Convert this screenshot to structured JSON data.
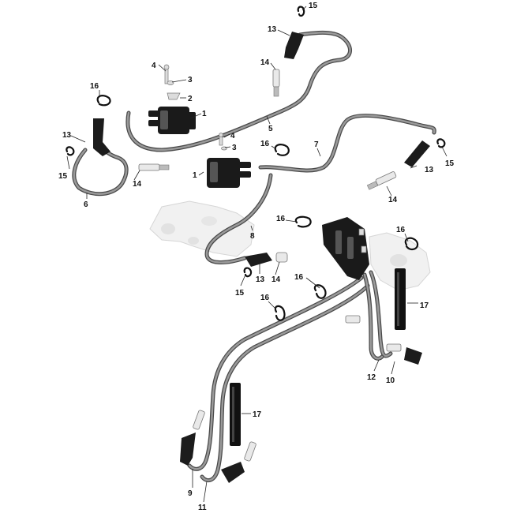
{
  "diagram": {
    "callouts": {
      "c1a": "1",
      "c1b": "1",
      "c2": "2",
      "c3a": "3",
      "c3b": "3",
      "c4a": "4",
      "c4b": "4",
      "c5": "5",
      "c6": "6",
      "c7": "7",
      "c8": "8",
      "c9": "9",
      "c10": "10",
      "c11": "11",
      "c12": "12",
      "c13a": "13",
      "c13b": "13",
      "c13c": "13",
      "c13d": "13",
      "c14a": "14",
      "c14b": "14",
      "c14c": "14",
      "c14d": "14",
      "c15a": "15",
      "c15b": "15",
      "c15c": "15",
      "c15d": "15",
      "c16a": "16",
      "c16b": "16",
      "c16c": "16",
      "c16d": "16",
      "c16e": "16",
      "c16f": "16",
      "c17a": "17",
      "c17b": "17"
    }
  }
}
